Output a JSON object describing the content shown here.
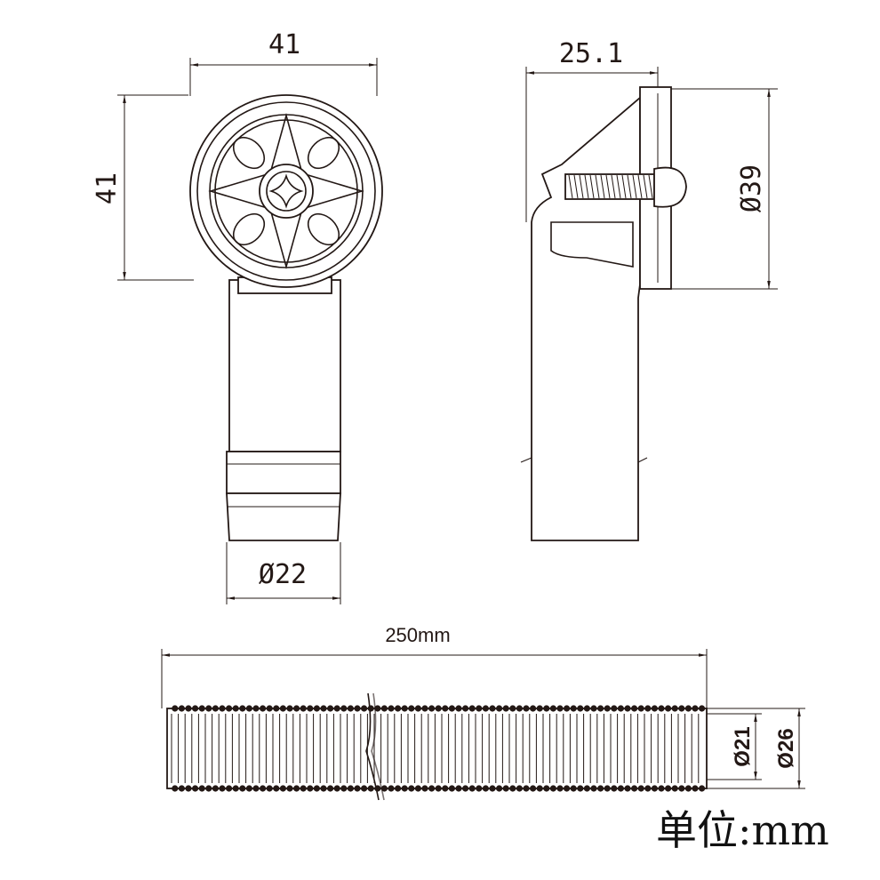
{
  "front_view": {
    "width_label": "41",
    "height_label": "41",
    "outlet_label": "Ø22"
  },
  "side_view": {
    "depth_label": "25.1",
    "diameter_label": "Ø39"
  },
  "hose": {
    "length_label": "250mm",
    "inner_diameter_label": "Ø21",
    "outer_diameter_label": "Ø26"
  },
  "unit_label": "单位:mm",
  "colors": {
    "line": "#231815",
    "background": "#ffffff"
  }
}
